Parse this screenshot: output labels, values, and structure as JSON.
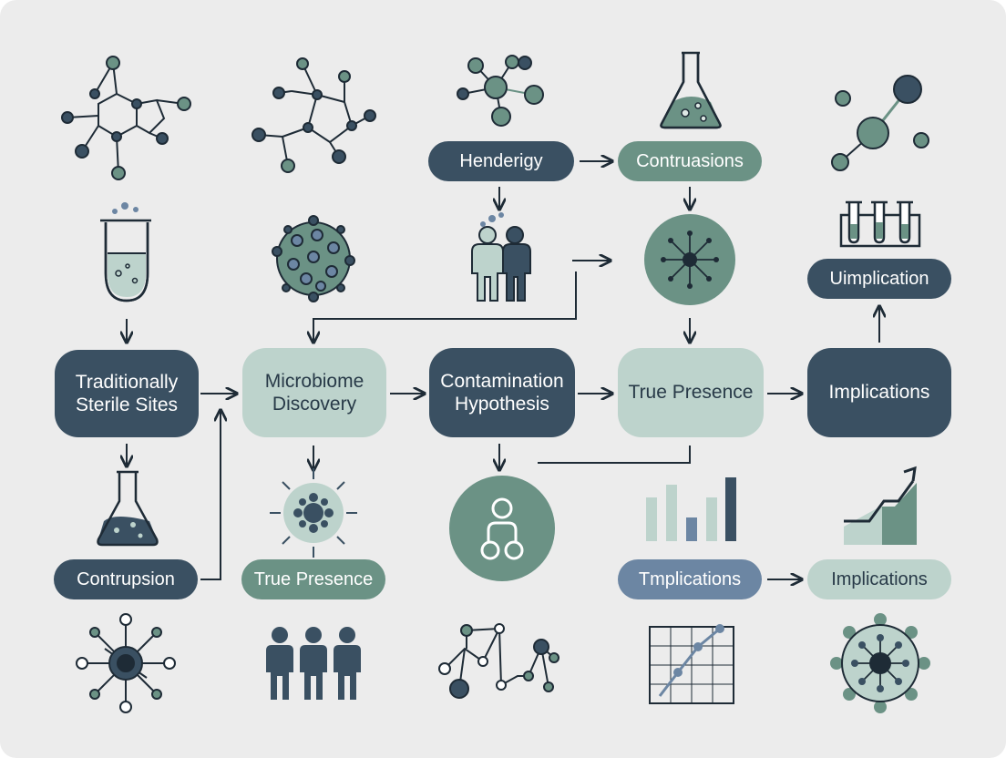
{
  "colors": {
    "background": "#ececec",
    "dark": "#3a5062",
    "sage": "#6b9285",
    "light": "#bdd3cc",
    "slate": "#6c86a3",
    "ink": "#1e2b36"
  },
  "nodes": {
    "sterile_sites": "Traditionally\nSterile Sites",
    "microbiome_discovery": "Microbiome\nDiscovery",
    "contamination_hypothesis": "Contamination\nHypothesis",
    "true_presence_main": "True Presence",
    "implications_main": "Implications",
    "henderigy": "Henderigy",
    "contruasions": "Contruasions",
    "uimplication": "Uimplication",
    "contrupsion": "Contrupsion",
    "true_presence_bottom": "True Presence",
    "tmplications": "Tmplications",
    "implications_bottom": "Implications"
  },
  "icons": [
    "molecule-icon",
    "molecule-icon",
    "molecule-network-icon",
    "flask-icon",
    "molecule-icon",
    "test-tube-icon",
    "microbe-colony-icon",
    "people-icon",
    "microbe-icon",
    "test-tube-rack-icon",
    "flask-icon",
    "virus-icon",
    "person-badge-icon",
    "bar-chart-icon",
    "growth-chart-icon",
    "network-node-icon",
    "people-group-icon",
    "molecule-network-icon",
    "line-chart-icon",
    "virus-icon"
  ]
}
